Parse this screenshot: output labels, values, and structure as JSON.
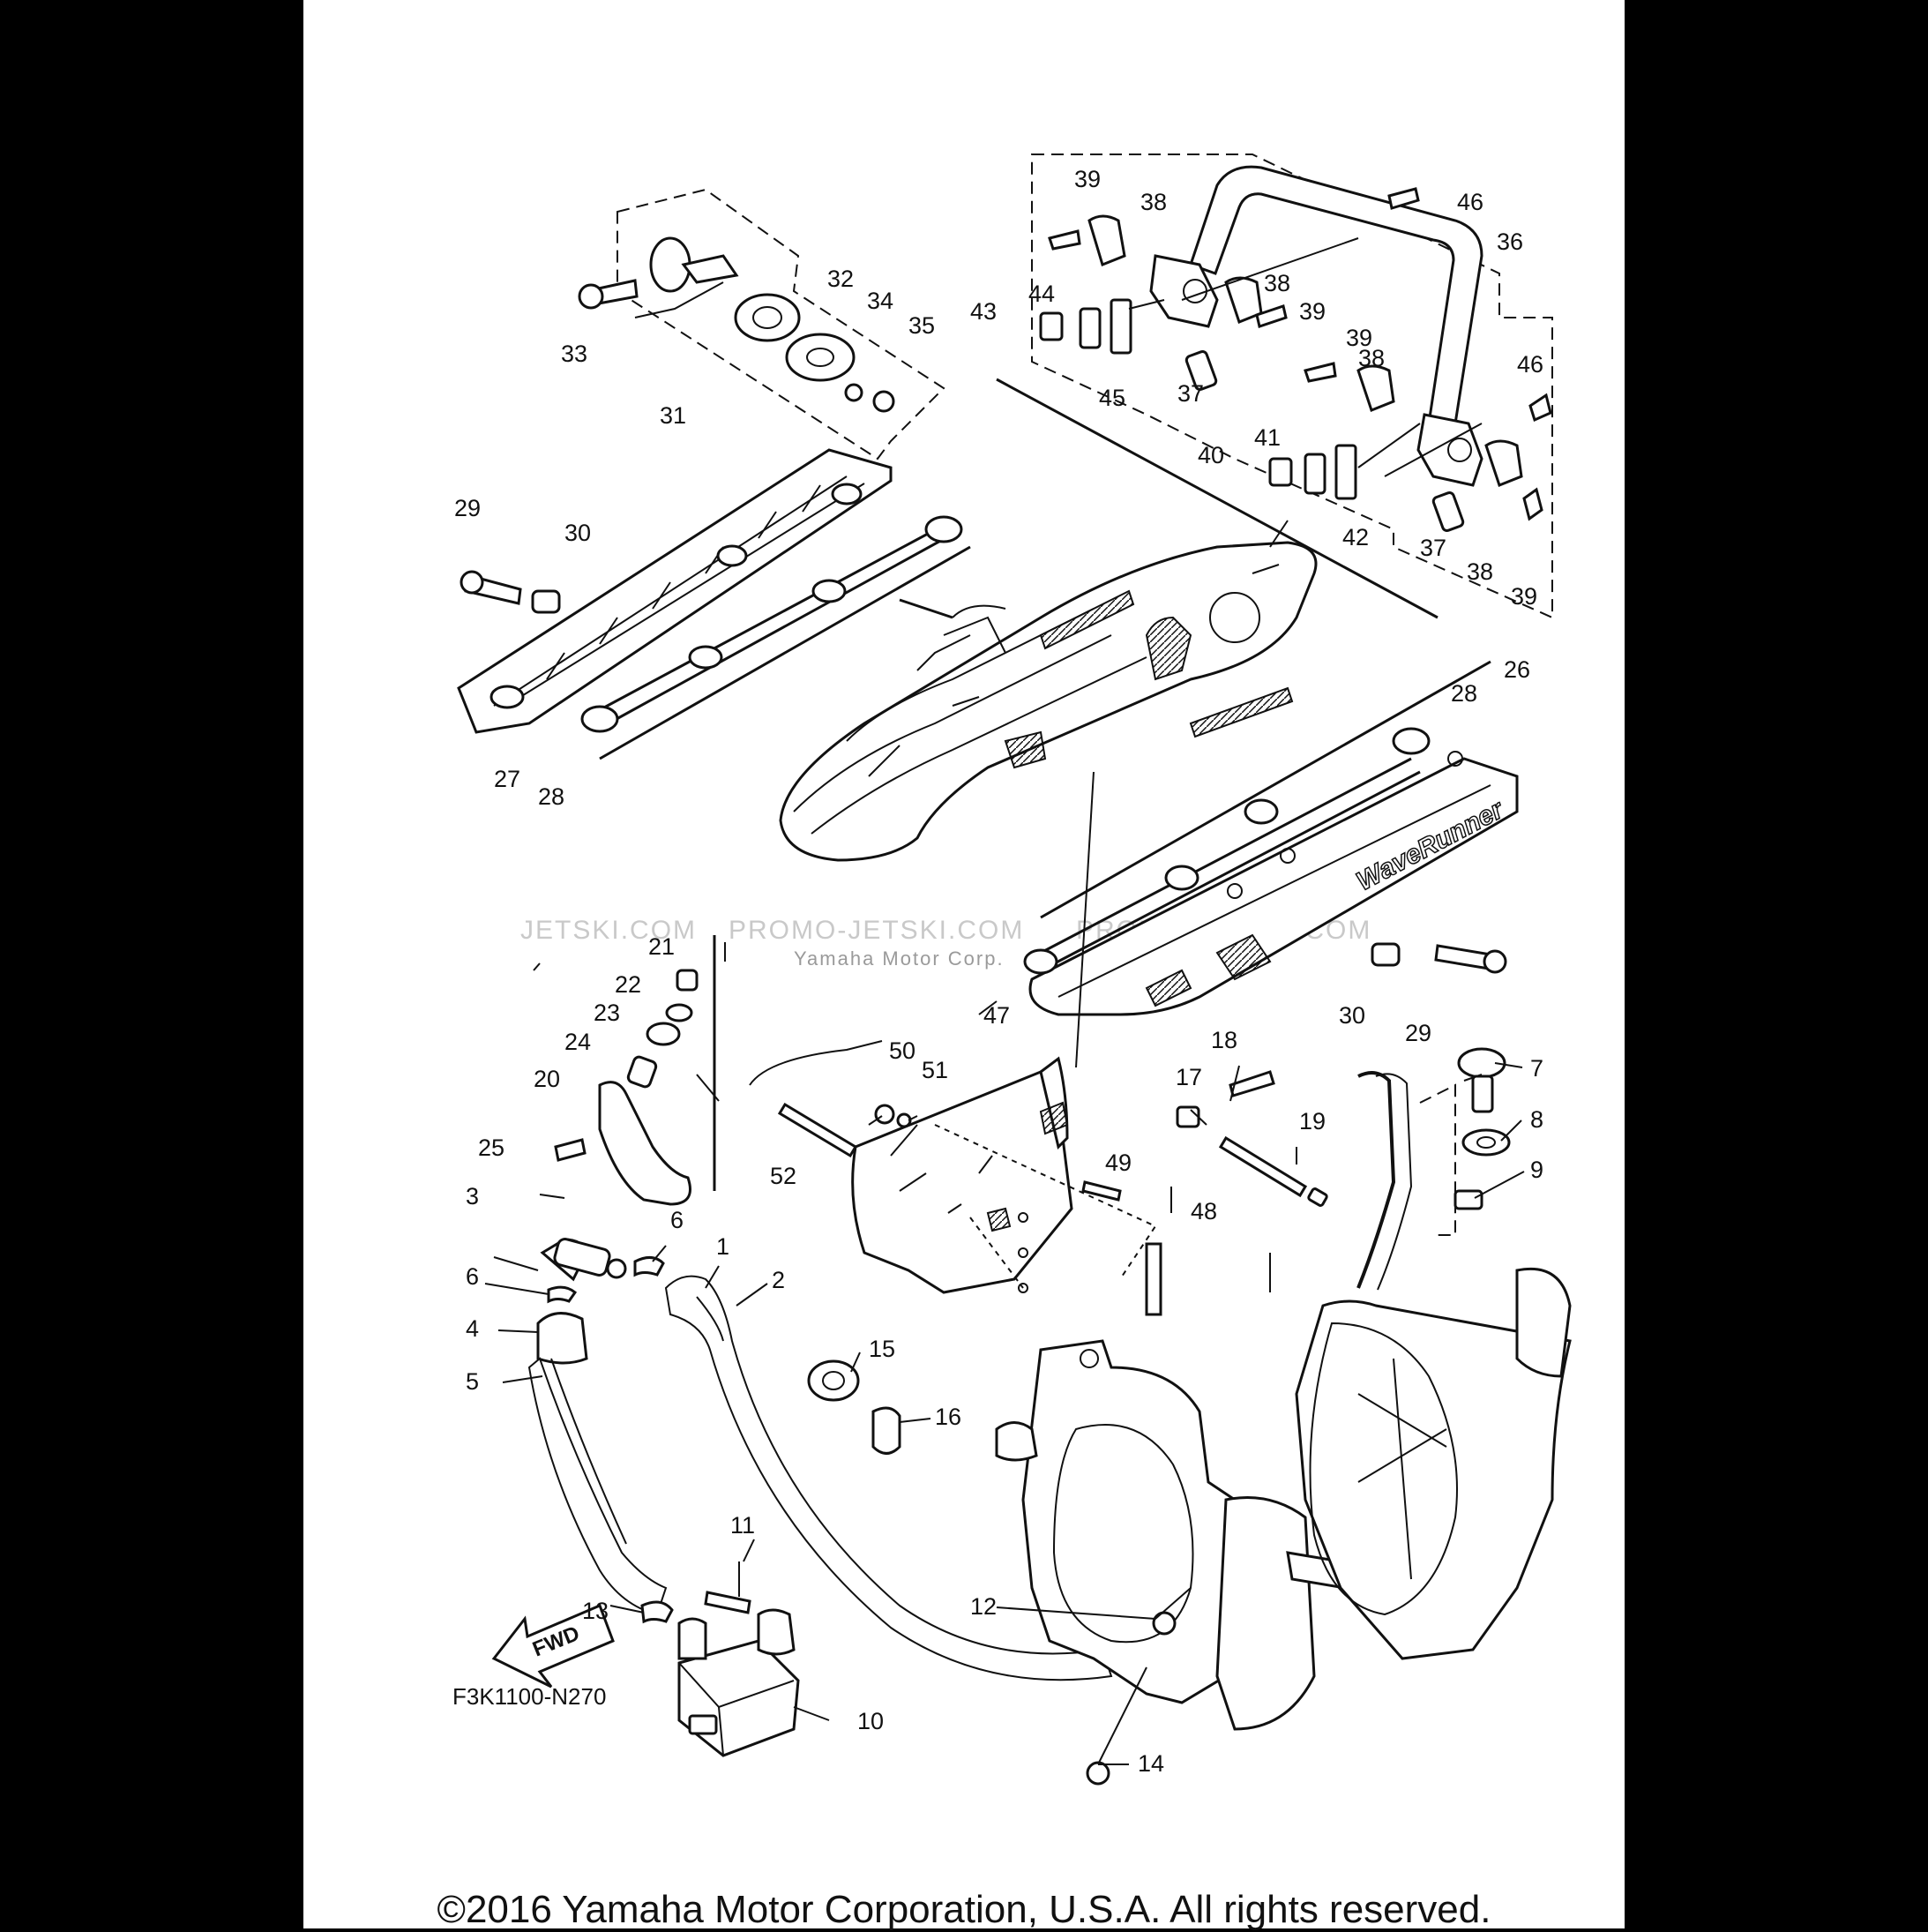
{
  "diagram_code": "F3K1100-N270",
  "fwd_label": "FWD",
  "brand_decal": "WaveRunner",
  "watermark": {
    "left": "JETSKI.COM",
    "center_left": "PROMO-JETSKI.COM",
    "center": "Yamaha Motor Corp.",
    "right": "PROMO-JETSKI.COM"
  },
  "copyright": "©2016 Yamaha Motor Corporation, U.S.A. All rights reserved.",
  "callouts": {
    "c1": "1",
    "c2": "2",
    "c3": "3",
    "c4": "4",
    "c5": "5",
    "c6a": "6",
    "c6b": "6",
    "c7": "7",
    "c8": "8",
    "c9": "9",
    "c10": "10",
    "c11": "11",
    "c12": "12",
    "c13": "13",
    "c14": "14",
    "c15": "15",
    "c16": "16",
    "c17": "17",
    "c18": "18",
    "c19": "19",
    "c20": "20",
    "c21": "21",
    "c22": "22",
    "c23": "23",
    "c24": "24",
    "c25": "25",
    "c26": "26",
    "c27": "27",
    "c28a": "28",
    "c28b": "28",
    "c29a": "29",
    "c29b": "29",
    "c30a": "30",
    "c30b": "30",
    "c31": "31",
    "c32": "32",
    "c33": "33",
    "c34": "34",
    "c35": "35",
    "c36": "36",
    "c37a": "37",
    "c37b": "37",
    "c38a": "38",
    "c38b": "38",
    "c38c": "38",
    "c38d": "38",
    "c39a": "39",
    "c39b": "39",
    "c39c": "39",
    "c39d": "39",
    "c40": "40",
    "c41": "41",
    "c42": "42",
    "c43": "43",
    "c44": "44",
    "c45": "45",
    "c46a": "46",
    "c46b": "46",
    "c47": "47",
    "c48": "48",
    "c49": "49",
    "c50": "50",
    "c51": "51",
    "c52": "52"
  }
}
